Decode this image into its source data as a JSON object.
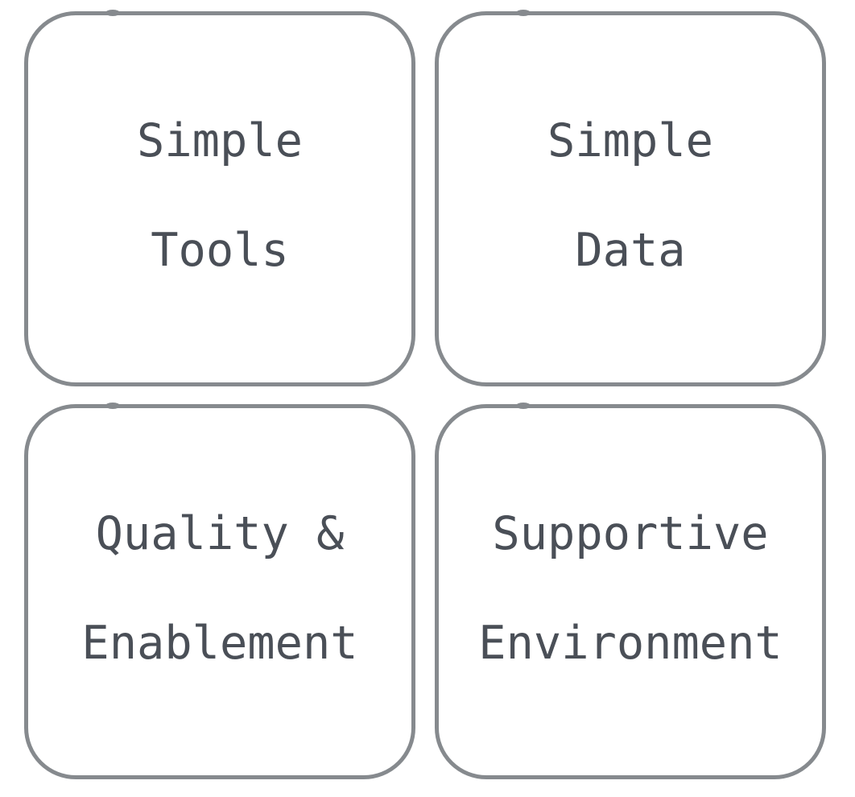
{
  "cards": [
    {
      "line1": "Simple",
      "line2": "Tools"
    },
    {
      "line1": "Simple",
      "line2": "Data"
    },
    {
      "line1": "Quality &",
      "line2": "Enablement"
    },
    {
      "line1": "Supportive",
      "line2": "Environment"
    }
  ],
  "colors": {
    "border": "#868a8e",
    "text": "#4a4f57",
    "background": "#ffffff"
  }
}
